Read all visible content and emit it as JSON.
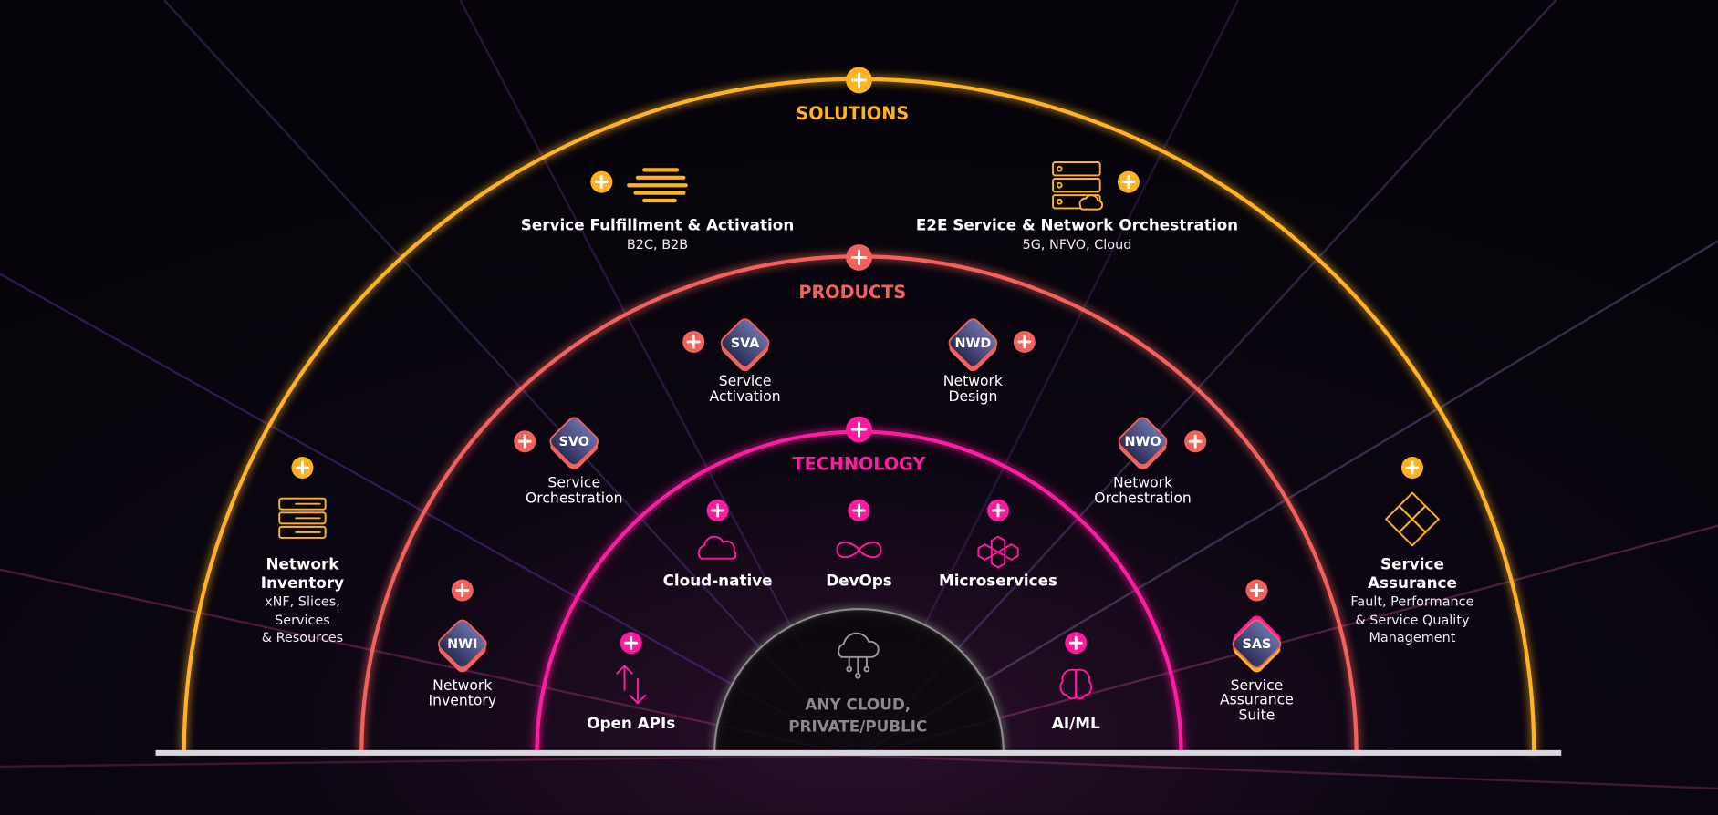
{
  "colors": {
    "solutions": "#ffb320",
    "products": "#f2625c",
    "technology": "#ff1aa0",
    "core": "#8c8c8c",
    "background": "#07040c"
  },
  "rings": {
    "solutions": {
      "label": "SOLUTIONS",
      "items": [
        {
          "title": "Service Fulfillment & Activation",
          "sub": "B2C, B2B",
          "icon": "speed-lines-icon"
        },
        {
          "title": "E2E Service & Network Orchestration",
          "sub": "5G, NFVO, Cloud",
          "icon": "server-cloud-icon"
        },
        {
          "title_lines": [
            "Network",
            "Inventory"
          ],
          "sub_lines": [
            "xNF, Slices,",
            "Services",
            "& Resources"
          ],
          "icon": "server-stack-icon"
        },
        {
          "title_lines": [
            "Service",
            "Assurance"
          ],
          "sub_lines": [
            "Fault, Performance",
            "& Service Quality",
            "Management"
          ],
          "icon": "puzzle-icon"
        }
      ]
    },
    "products": {
      "label": "PRODUCTS",
      "items": [
        {
          "badge": "SVA",
          "lines": [
            "Service",
            "Activation"
          ]
        },
        {
          "badge": "NWD",
          "lines": [
            "Network",
            "Design"
          ]
        },
        {
          "badge": "SVO",
          "lines": [
            "Service",
            "Orchestration"
          ]
        },
        {
          "badge": "NWO",
          "lines": [
            "Network",
            "Orchestration"
          ]
        },
        {
          "badge": "NWI",
          "lines": [
            "Network",
            "Inventory"
          ]
        },
        {
          "badge": "SAS",
          "lines": [
            "Service",
            "Assurance",
            "Suite"
          ]
        }
      ]
    },
    "technology": {
      "label": "TECHNOLOGY",
      "items": [
        {
          "label": "Cloud-native",
          "icon": "cloud-icon"
        },
        {
          "label": "DevOps",
          "icon": "infinity-icon"
        },
        {
          "label": "Microservices",
          "icon": "hexagons-icon"
        },
        {
          "label": "Open APIs",
          "icon": "arrows-up-down-icon"
        },
        {
          "label": "AI/ML",
          "icon": "brain-icon"
        }
      ]
    },
    "core": {
      "lines": [
        "ANY CLOUD,",
        "PRIVATE/PUBLIC"
      ],
      "icon": "cloud-network-icon"
    }
  }
}
